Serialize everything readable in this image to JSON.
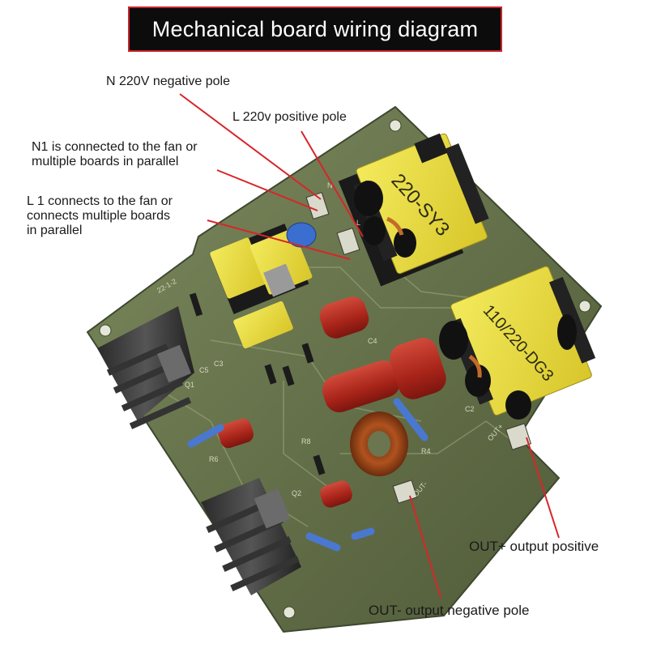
{
  "title": "Mechanical board wiring diagram",
  "labels": {
    "n220": "N 220V negative pole",
    "l220": "L 220v positive pole",
    "n1_line1": "N1 is connected to the fan or",
    "n1_line2": "multiple boards in parallel",
    "l1_line1": "L 1 connects to the fan or",
    "l1_line2": "connects multiple boards",
    "l1_line3": "in parallel",
    "out_pos": "OUT+ output positive",
    "out_neg": "OUT- output negative pole"
  },
  "board_marks": {
    "transformer1": "220-SY3",
    "transformer2": "110/220-DG3",
    "out_connector": "OUT+",
    "out_minus_connector": "OUT-",
    "n_connector": "N",
    "l_connector": "L",
    "c2": "C2",
    "c3": "C3",
    "c4": "C4",
    "c5": "C5",
    "q1": "Q1",
    "q2": "Q2",
    "r4": "R4",
    "r6": "R6",
    "r8": "R8",
    "revision": "22-1-2"
  },
  "colors": {
    "pcb": "#5e6a43",
    "pcb_light": "#8c9870",
    "arrow": "#d7262a",
    "title_bg": "#0c0c0c",
    "transformer_yellow": "#e8dc3a",
    "capacitor_red": "#b32a20"
  }
}
